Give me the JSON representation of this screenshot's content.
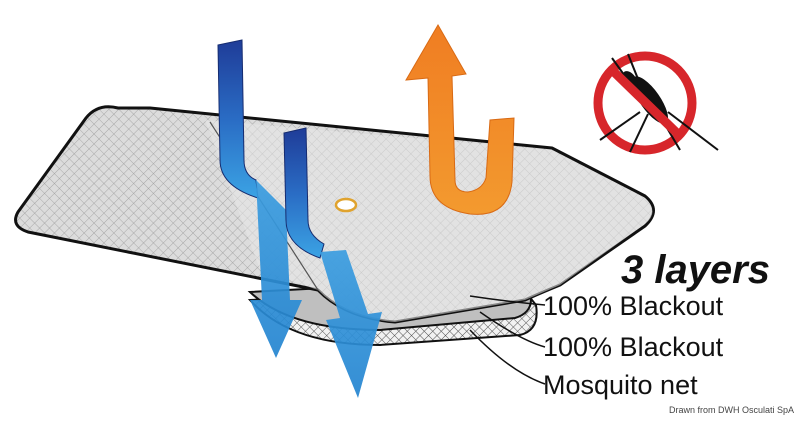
{
  "diagram": {
    "title": "3 layers",
    "layers": [
      {
        "label": "100% Blackout"
      },
      {
        "label": "100% Blackout"
      },
      {
        "label": "Mosquito net"
      }
    ],
    "credit": "Drawn from DWH Osculati SpA",
    "icons": [
      "cold-air-arrow-icon",
      "cold-air-arrow-icon",
      "hot-air-arrow-icon",
      "no-mosquito-icon"
    ],
    "colors": {
      "cold_arrow_dark": "#1c3f96",
      "cold_arrow_light": "#2e8fd6",
      "hot_arrow": "#f08a2a",
      "prohibit_red": "#d7262b",
      "panel_fill": "#d8d8d8",
      "outline": "#111111"
    }
  }
}
